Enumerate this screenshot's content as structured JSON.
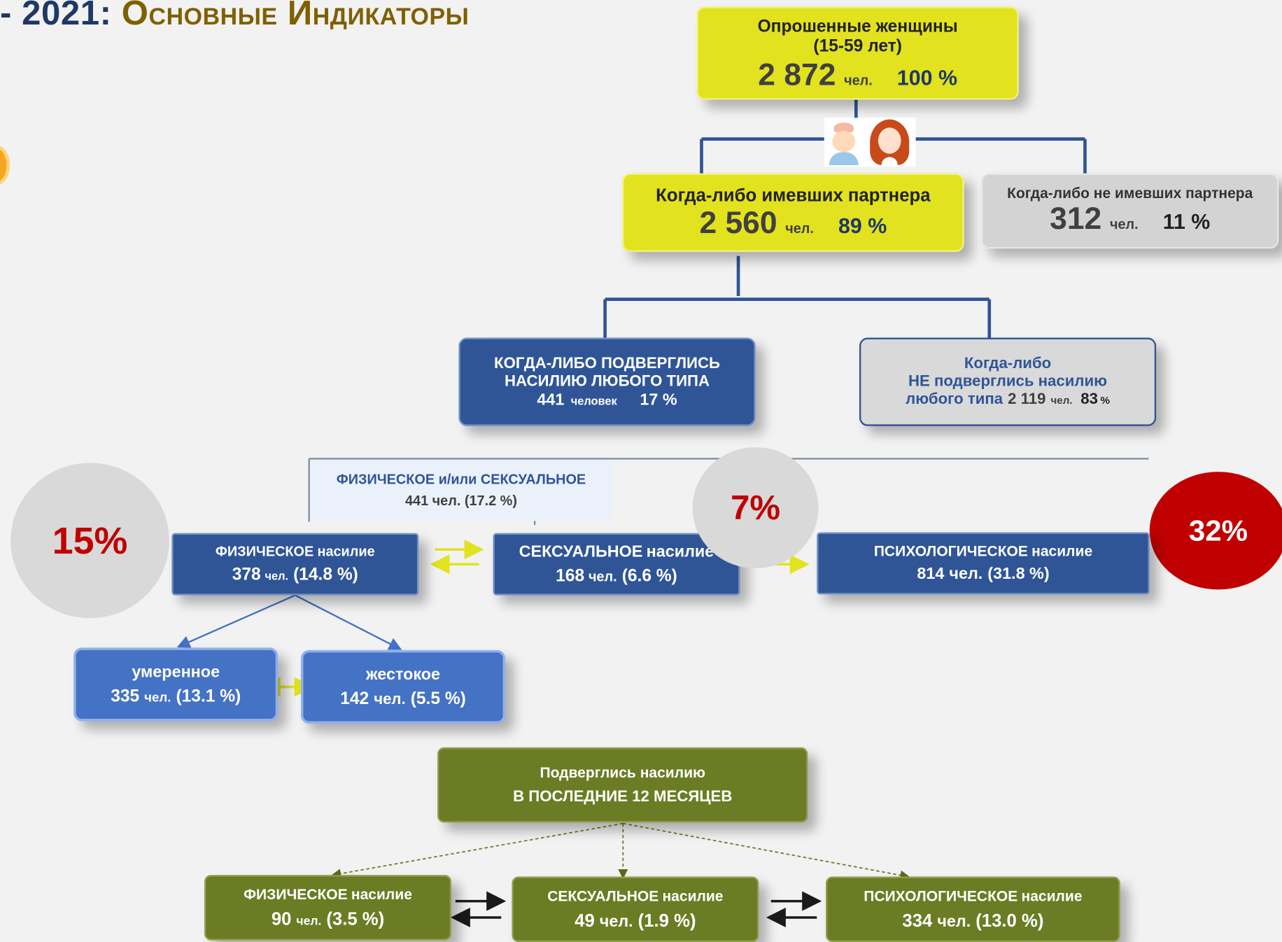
{
  "header": {
    "title_prefix": "- 2021:",
    "title_rest": "Основные Индикаторы"
  },
  "surveyed": {
    "label1": "Опрошенные женщины",
    "label2": "(15-59 лет)",
    "count": "2 872",
    "unit": "чел.",
    "percent": "100 %"
  },
  "had_partner": {
    "label": "Когда-либо имевших партнера",
    "count": "2 560",
    "unit": "чел.",
    "percent": "89 %"
  },
  "no_partner": {
    "label": "Когда-либо не имевших партнера",
    "count": "312",
    "unit": "чел.",
    "percent": "11 %"
  },
  "violence_any": {
    "line1": "КОГДА-ЛИБО ПОДВЕРГЛИСЬ",
    "line2": "НАСИЛИЮ ЛЮБОГО ТИПА",
    "count": "441",
    "unit": "человек",
    "percent": "17 %"
  },
  "no_violence": {
    "line1": "Когда-либо",
    "line2": "НЕ подверглись насилию",
    "line3_prefix": "любого типа",
    "count": "2 119",
    "unit": "чел.",
    "percent": "83",
    "percent_sign": "%"
  },
  "phys_sex_header": {
    "label": "ФИЗИЧЕСКОЕ и/или СЕКСУАЛЬНОЕ",
    "value": "441 чел. (17.2 %)"
  },
  "physical": {
    "label_caps": "ФИЗИЧЕСКОЕ",
    "label_tail": "насилие",
    "count": "378",
    "unit": "чел.",
    "percent": "(14.8 %)"
  },
  "sexual": {
    "label_caps": "СЕКСУАЛЬНОЕ",
    "label_tail": "насилие",
    "count": "168",
    "unit": "чел.",
    "percent": "(6.6 %)"
  },
  "psych": {
    "label_caps": "ПСИХОЛОГИЧЕСКОЕ",
    "label_tail": "насилие",
    "count": "814",
    "unit": "чел.",
    "percent": "(31.8 %)"
  },
  "moderate": {
    "label": "умеренное",
    "count": "335",
    "unit": "чел.",
    "percent": "(13.1 %)"
  },
  "severe": {
    "label": "жестокое",
    "count": "142",
    "unit": "чел.",
    "percent": "(5.5 %)"
  },
  "circles": {
    "c15": "15%",
    "c7": "7%",
    "c32": "32%"
  },
  "last12": {
    "line1": "Подверглись насилию",
    "line2": "В ПОСЛЕДНИЕ 12 МЕСЯЦЕВ",
    "physical": {
      "label_caps": "ФИЗИЧЕСКОЕ",
      "label_tail": "насилие",
      "count": "90",
      "unit": "чел.",
      "percent": "(3.5 %)"
    },
    "sexual": {
      "label_caps": "СЕКСУАЛЬНОЕ",
      "label_tail": "насилие",
      "count": "49",
      "unit": "чел.",
      "percent": "(1.9 %)"
    },
    "psych": {
      "label_caps": "ПСИХОЛОГИЧЕСКОЕ",
      "label_tail": "насилие",
      "count": "334",
      "unit": "чел.",
      "percent": "(13.0 %)"
    }
  },
  "colors": {
    "yellow": "#e2e21e",
    "navy": "#2f5597",
    "olive": "#6b7c24",
    "red_circle": "#c00000",
    "title_navy": "#1f3864",
    "title_gold": "#7f6000"
  }
}
